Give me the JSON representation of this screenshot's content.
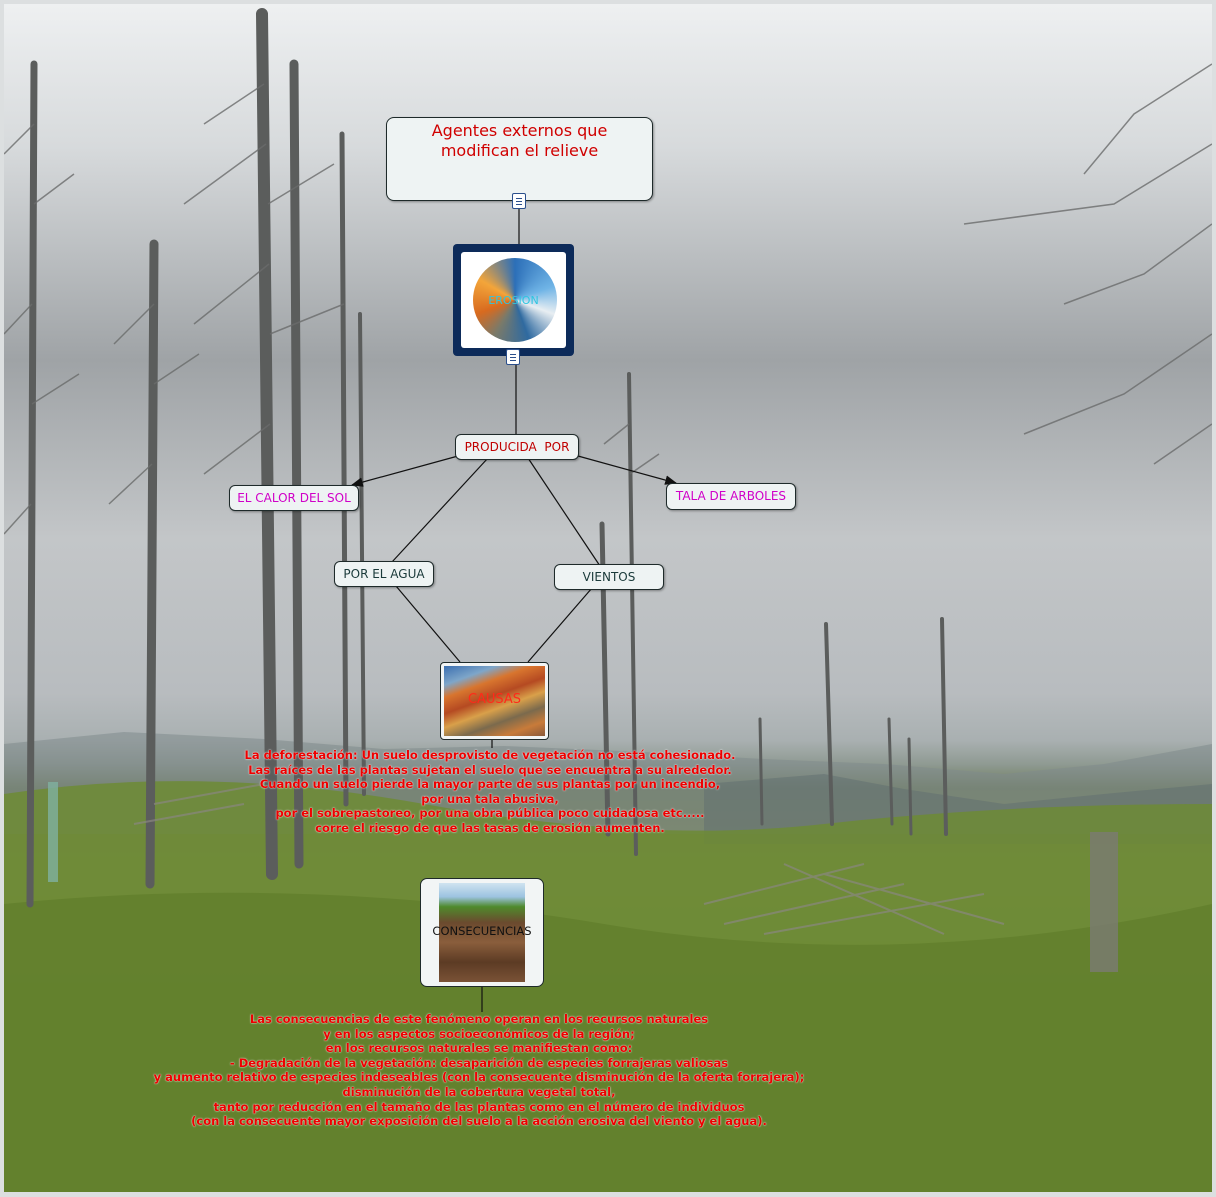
{
  "nodes": {
    "title": "Agentes externos que modifican el relieve",
    "erosion": "EROSION",
    "producida": "PRODUCIDA  POR",
    "calor": "EL CALOR DEL SOL",
    "tala": "TALA DE ARBOLES",
    "agua": "POR EL AGUA",
    "vientos": "VIENTOS",
    "causas": "CAUSAS",
    "consecuencias": "CONSECUENCIAS"
  },
  "causas_text": [
    "La deforestación: Un suelo desprovisto de vegetación no está cohesionado.",
    "Las raíces de las plantas sujetan el suelo que se encuentra a su alrededor.",
    "Cuando un suelo pierde la mayor parte de sus plantas por un incendio,",
    "por una tala abusiva,",
    "por el sobrepastoreo, por una obra pública poco cuidadosa etc.....",
    "corre el riesgo de que las tasas de erosión aumenten."
  ],
  "consecuencias_text": [
    "Las consecuencias de este fenómeno operan en los recursos naturales",
    "y en los aspectos socioeconómicos de la región;",
    "en los recursos naturales se manifiestan como:",
    "- Degradación de la vegetación: desaparición de especies forrajeras valiosas",
    "y aumento relativo de especies indeseables (con la consecuente disminución de la oferta forrajera);",
    "disminución de la cobertura vegetal total,",
    "tanto por reducción en el tamaño de las plantas como en el número de individuos",
    "(con la consecuente mayor exposición del suelo a la acción erosiva del viento y el agua)."
  ],
  "colors": {
    "title_text": "#d00000",
    "link_text_red": "#c00000",
    "link_text_magenta": "#d000c8",
    "paragraph_text": "#ee0000",
    "node_bg": "#eef3f3",
    "image_node_border": "#0d2b5a"
  },
  "icons": [
    "document-icon"
  ]
}
